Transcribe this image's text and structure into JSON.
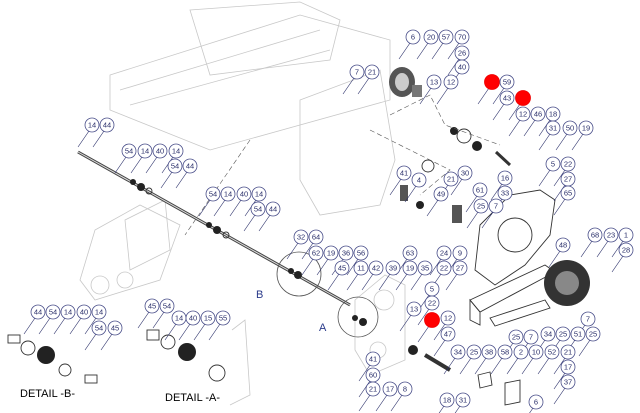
{
  "diagram": {
    "balloons": [
      "6",
      "20",
      "57",
      "70",
      "26",
      "40",
      "7",
      "21",
      "13",
      "12",
      "",
      "59",
      "43",
      "",
      "12",
      "46",
      "18",
      "31",
      "50",
      "19",
      "30",
      "21",
      "49",
      "16",
      "33",
      "5",
      "22",
      "27",
      "65",
      "41",
      "4",
      "61",
      "25",
      "7",
      "32",
      "64",
      "62",
      "19",
      "36",
      "56",
      "11",
      "42",
      "39",
      "63",
      "19",
      "35",
      "24",
      "9",
      "22",
      "27",
      "48",
      "68",
      "23",
      "1",
      "28",
      "45",
      "5",
      "22",
      "13",
      "",
      "12",
      "47",
      "7",
      "34",
      "25",
      "51",
      "25",
      "25",
      "7",
      "34",
      "25",
      "38",
      "58",
      "2",
      "10",
      "52",
      "21",
      "17",
      "37",
      "6",
      "41",
      "60",
      "21",
      "17",
      "8",
      "18",
      "31",
      "14",
      "44",
      "54",
      "14",
      "40",
      "14",
      "54",
      "44",
      "54",
      "14",
      "40",
      "14",
      "54",
      "44",
      "44",
      "54",
      "14",
      "40",
      "14",
      "54",
      "45",
      "45",
      "54",
      "14",
      "40",
      "15",
      "55"
    ],
    "view_labels": {
      "b": "B",
      "a": "A"
    },
    "details": {
      "b": "DETAIL -B-",
      "a": "DETAIL -A-"
    },
    "highlight_color": "#ff0000",
    "line_color": "#2a2f6a"
  }
}
